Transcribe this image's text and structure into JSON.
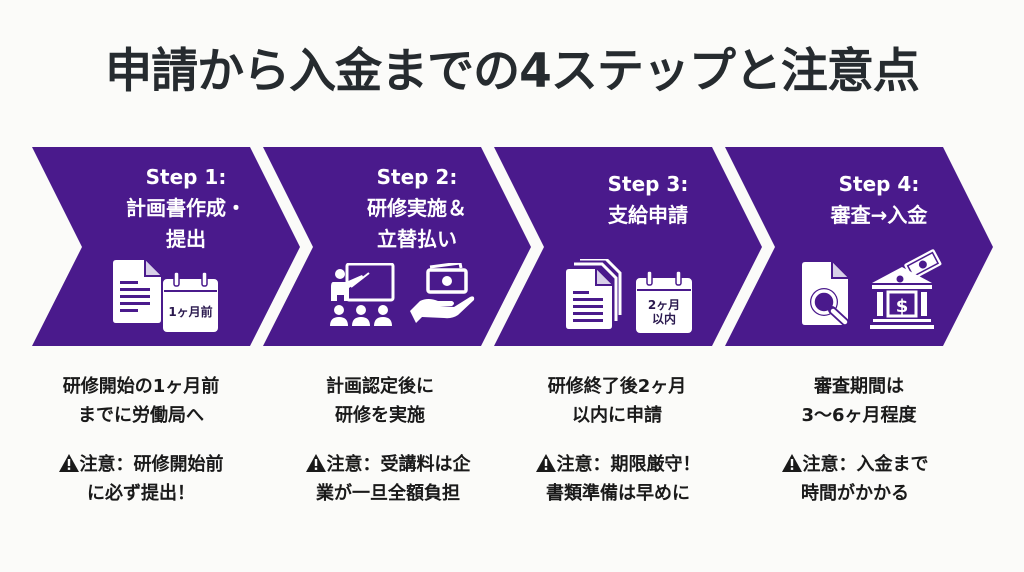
{
  "title": "申請から入金までの4ステップと注意点",
  "colors": {
    "chevron": "#4a1a8c",
    "icon": "#ffffff",
    "text": "#1a1a1a",
    "title": "#262b2f"
  },
  "steps": [
    {
      "title_lines": [
        "Step 1:",
        "計画書作成・",
        "提出"
      ],
      "icons": [
        "document-icon",
        "calendar-icon"
      ],
      "calendar_text": [
        "1ヶ月前"
      ],
      "description_lines": [
        "研修開始の1ヶ月前",
        "までに労働局へ"
      ],
      "note_prefix": "注意：",
      "note_lines": [
        "研修開始前",
        "に必ず提出！"
      ],
      "warning_icon": "warning-icon"
    },
    {
      "title_lines": [
        "Step 2:",
        "研修実施＆",
        "立替払い"
      ],
      "icons": [
        "presentation-icon",
        "money-hand-icon"
      ],
      "calendar_text": [],
      "description_lines": [
        "計画認定後に",
        "研修を実施"
      ],
      "note_prefix": "注意：",
      "note_lines": [
        "受講料は企",
        "業が一旦全額負担"
      ],
      "warning_icon": "warning-icon"
    },
    {
      "title_lines": [
        "Step 3:",
        "支給申請"
      ],
      "icons": [
        "documents-stack-icon",
        "calendar-icon"
      ],
      "calendar_text": [
        "2ヶ月",
        "以内"
      ],
      "description_lines": [
        "研修終了後2ヶ月",
        "以内に申請"
      ],
      "note_prefix": "注意：",
      "note_lines": [
        "期限厳守！",
        "書類準備は早めに"
      ],
      "warning_icon": "warning-icon"
    },
    {
      "title_lines": [
        "Step 4:",
        "審査→入金"
      ],
      "icons": [
        "document-search-icon",
        "bank-money-icon"
      ],
      "calendar_text": [],
      "description_lines": [
        "審査期間は",
        "3〜6ヶ月程度"
      ],
      "note_prefix": "注意：",
      "note_lines": [
        "入金まで",
        "時間がかかる"
      ],
      "warning_icon": "warning-icon"
    }
  ]
}
